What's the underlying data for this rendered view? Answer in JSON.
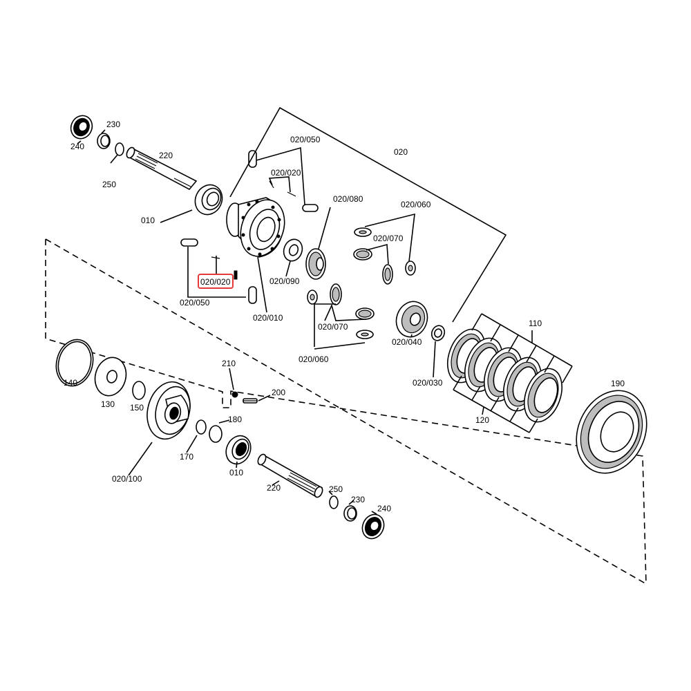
{
  "labels": {
    "l240a": "240",
    "l230a": "230",
    "l250a": "250",
    "l220a": "220",
    "l010a": "010",
    "l020_050a": "020/050",
    "l020_020a": "020/020",
    "l020_080": "020/080",
    "l020": "020",
    "l020_060a": "020/060",
    "l020_070a": "020/070",
    "l020_090": "020/090",
    "l020_050b": "020/050",
    "l020_020b": "020/020",
    "l020_010": "020/010",
    "l020_070b": "020/070",
    "l020_040": "020/040",
    "l020_060b": "020/060",
    "l020_030": "020/030",
    "l110": "110",
    "l120": "120",
    "l190": "190",
    "l140": "140",
    "l130": "130",
    "l150": "150",
    "l210": "210",
    "l200": "200",
    "l180": "180",
    "l170": "170",
    "l010b": "010",
    "l020_100": "020/100",
    "l220b": "220",
    "l250b": "250",
    "l230b": "230",
    "l240b": "240"
  },
  "highlight": {
    "target": "020/020",
    "color": "#e53935"
  }
}
